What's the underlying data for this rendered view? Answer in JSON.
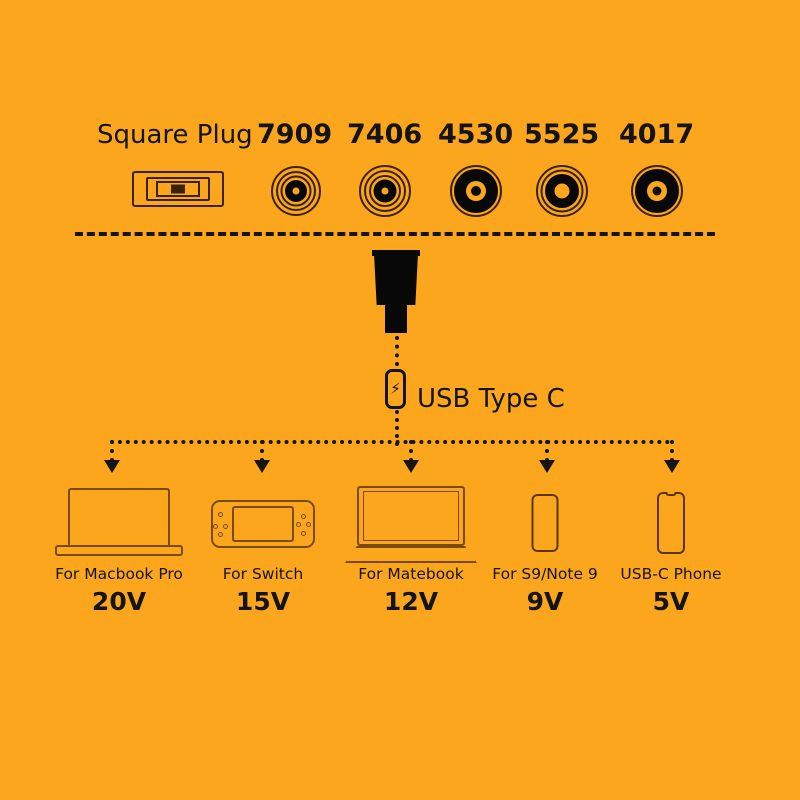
{
  "background_color": "#FCA61E",
  "ink_color": "#141414",
  "outline_color": "#7a4a08",
  "top_section": {
    "square_plug_label": "Square Plug",
    "connectors": [
      {
        "label": "7909",
        "icon": "barrel-connector-icon"
      },
      {
        "label": "7406",
        "icon": "barrel-connector-icon"
      },
      {
        "label": "4530",
        "icon": "barrel-connector-icon"
      },
      {
        "label": "5525",
        "icon": "barrel-connector-icon"
      },
      {
        "label": "4017",
        "icon": "barrel-connector-icon"
      }
    ]
  },
  "center": {
    "plug_icon": "dc-barrel-plug-icon",
    "usbc_icon": "usb-type-c-lightning-icon",
    "usbc_label": "USB Type C",
    "bolt_glyph": "⚡"
  },
  "devices": [
    {
      "icon": "macbook-laptop-icon",
      "caption": "For Macbook Pro",
      "voltage": "20V"
    },
    {
      "icon": "nintendo-switch-icon",
      "caption": "For Switch",
      "voltage": "15V"
    },
    {
      "icon": "matebook-laptop-icon",
      "caption": "For Matebook",
      "voltage": "12V"
    },
    {
      "icon": "smartphone-icon",
      "caption": "For S9/Note 9",
      "voltage": "9V"
    },
    {
      "icon": "smartphone-notch-icon",
      "caption": "USB-C Phone",
      "voltage": "5V"
    }
  ]
}
